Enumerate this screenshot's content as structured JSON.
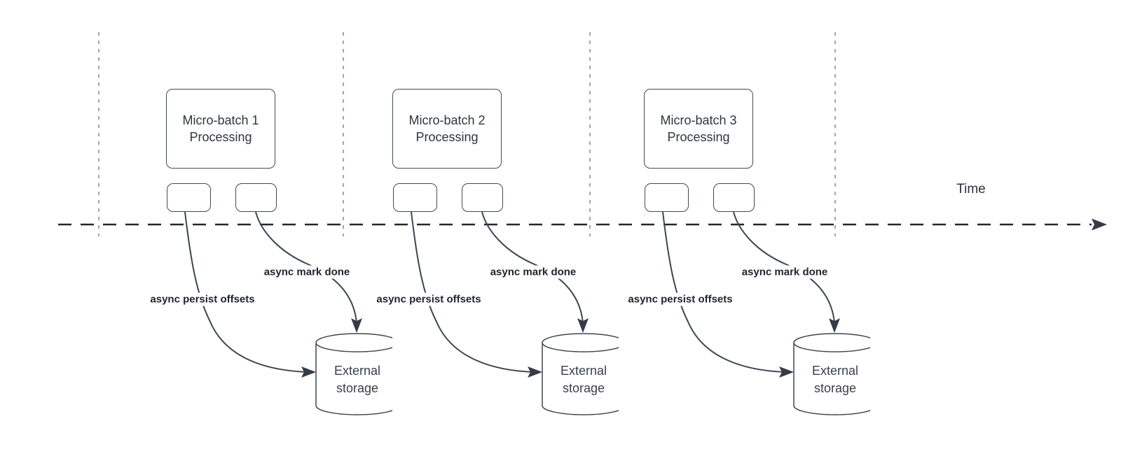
{
  "diagram": {
    "time_axis_label": "Time",
    "colors": {
      "stroke_dark": "#3f4652",
      "arrowhead": "#343b46",
      "timeline": "#23272e",
      "vertical_guide": "#a2a5a9",
      "box_text": "#2f3540",
      "label_text": "#1d242e",
      "background": "#ffffff"
    },
    "batches": [
      {
        "box_line1": "Micro-batch 1",
        "box_line2": "Processing",
        "persist_arrow_label": "async persist offsets",
        "mark_done_arrow_label": "async mark done",
        "storage_line1": "External",
        "storage_line2": "storage"
      },
      {
        "box_line1": "Micro-batch 2",
        "box_line2": "Processing",
        "persist_arrow_label": "async persist offsets",
        "mark_done_arrow_label": "async mark done",
        "storage_line1": "External",
        "storage_line2": "storage"
      },
      {
        "box_line1": "Micro-batch 3",
        "box_line2": "Processing",
        "persist_arrow_label": "async persist offsets",
        "mark_done_arrow_label": "async mark done",
        "storage_line1": "External",
        "storage_line2": "storage"
      }
    ]
  }
}
